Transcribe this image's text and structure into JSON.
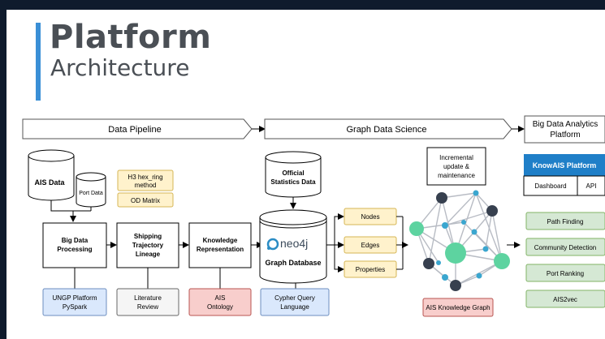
{
  "header": {
    "title": "Platform",
    "subtitle": "Architecture"
  },
  "pipeline": {
    "stage1": "Data Pipeline",
    "stage2": "Graph Data Science",
    "stage3_line1": "Big Data Analytics",
    "stage3_line2": "Platform"
  },
  "sources": {
    "ais_data": "AIS Data",
    "port_data": "Port Data"
  },
  "methods": {
    "h3_line1": "H3 hex_ring",
    "h3_line2": "method",
    "od_matrix": "OD Matrix"
  },
  "process": {
    "bigdata_line1": "Big Data",
    "bigdata_line2": "Processing",
    "shipping_line1": "Shipping",
    "shipping_line2": "Trajectory",
    "shipping_line3": "Lineage",
    "knowledge_line1": "Knowledge",
    "knowledge_line2": "Representation"
  },
  "tools": {
    "ungp_line1": "UNGP Platform",
    "ungp_line2": "PySpark",
    "lit_line1": "Literature",
    "lit_line2": "Review",
    "ais_ont_line1": "AIS",
    "ais_ont_line2": "Ontology",
    "cypher_line1": "Cypher Query",
    "cypher_line2": "Language"
  },
  "graph_db": {
    "official_line1": "Official",
    "official_line2": "Statistics Data",
    "neo4j": "neo4j",
    "label": "Graph Database",
    "outputs": [
      "Nodes",
      "Edges",
      "Properties"
    ]
  },
  "knowledge_graph": {
    "incremental_line1": "Incremental",
    "incremental_line2": "update &",
    "incremental_line3": "maintenance",
    "label": "AIS Knowledge Graph"
  },
  "platform": {
    "name": "KnowAIS Platform",
    "tabs": [
      "Dashboard",
      "API"
    ],
    "features": [
      "Path Finding",
      "Community Detection",
      "Port Ranking",
      "AIS2vec"
    ]
  },
  "colors": {
    "accent": "#3a8fd6",
    "yellow_fill": "#fff2cc",
    "yellow_stroke": "#d6b656",
    "blue_fill": "#dae8fc",
    "blue_stroke": "#6c8ebf",
    "red_fill": "#f8cecc",
    "red_stroke": "#b85450",
    "gray_fill": "#f5f5f5",
    "gray_stroke": "#666666",
    "green_fill": "#d5e8d4",
    "green_stroke": "#82b366",
    "platform_blue": "#1f7fc8",
    "node_green": "#5dd3a0",
    "node_blue": "#3aa6cf",
    "node_dark": "#37404f"
  }
}
